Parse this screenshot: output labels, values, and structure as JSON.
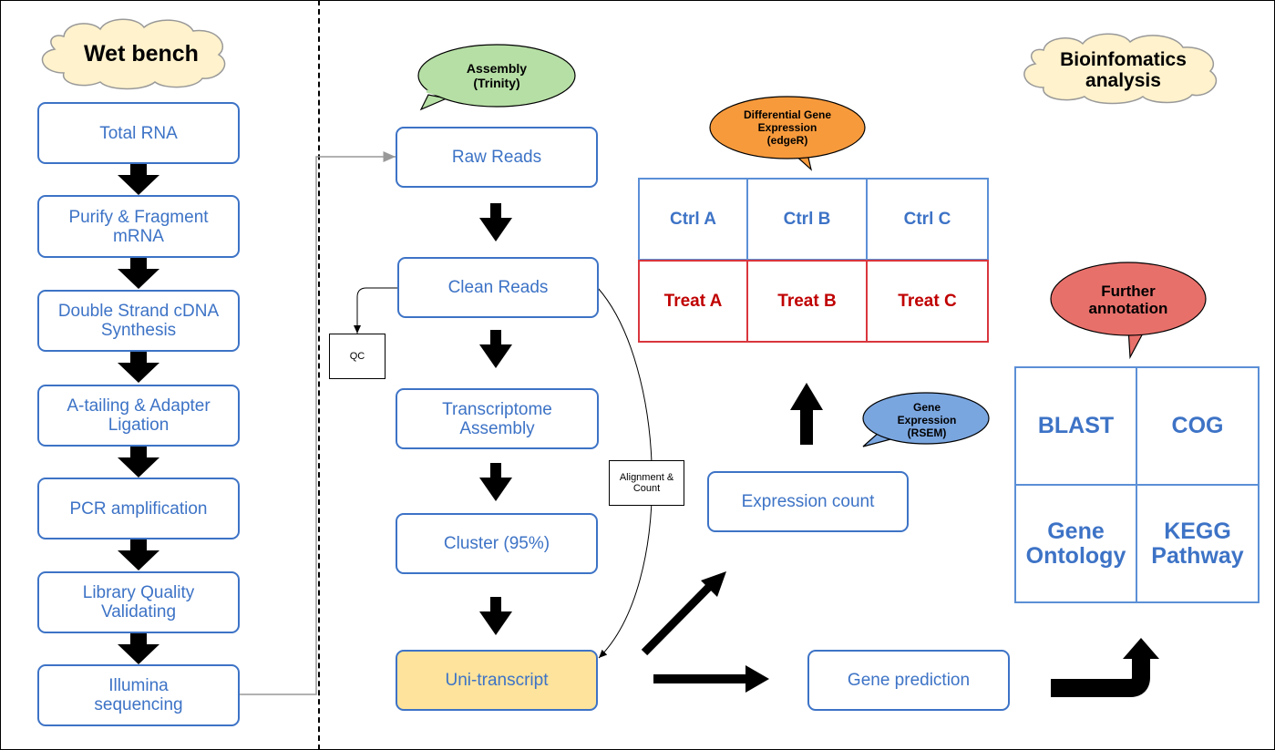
{
  "wet_bench": {
    "title": "Wet bench",
    "steps": [
      "Total RNA",
      "Purify & Fragment\nmRNA",
      "Double Strand cDNA\nSynthesis",
      "A-tailing & Adapter\nLigation",
      "PCR amplification",
      "Library Quality\nValidating",
      "Illumina\nsequencing"
    ]
  },
  "bioinformatics": {
    "title": "Bioinfomatics\nanalysis",
    "pipeline": [
      "Raw Reads",
      "Clean Reads",
      "Transcriptome\nAssembly",
      "Cluster (95%)",
      "Uni-transcript"
    ],
    "assembly_bubble": "Assembly\n(Trinity)",
    "qc_label": "QC",
    "alignment_label": "Alignment &\nCount",
    "expression_count": "Expression count",
    "gene_expression_bubble": "Gene\nExpression\n(RSEM)",
    "gene_prediction": "Gene prediction",
    "dge_bubble": "Differential Gene\nExpression\n(edgeR)",
    "ctrl_row": [
      "Ctrl A",
      "Ctrl B",
      "Ctrl C"
    ],
    "treat_row": [
      "Treat A",
      "Treat B",
      "Treat C"
    ],
    "annotation_bubble": "Further\nannotation",
    "annotation_grid": [
      "BLAST",
      "COG",
      "Gene\nOntology",
      "KEGG\nPathway"
    ]
  },
  "colors": {
    "box_border": "#3d73c6",
    "box_text": "#3d73c6",
    "uni_transcript_fill": "#fde39b",
    "treat_text": "#c00000",
    "assembly_bubble": "#b6dfa5",
    "dge_bubble": "#f79a3c",
    "gene_expression_bubble": "#7aa6e0",
    "annotation_bubble": "#e8706b",
    "cloud": "#fff2cc"
  }
}
